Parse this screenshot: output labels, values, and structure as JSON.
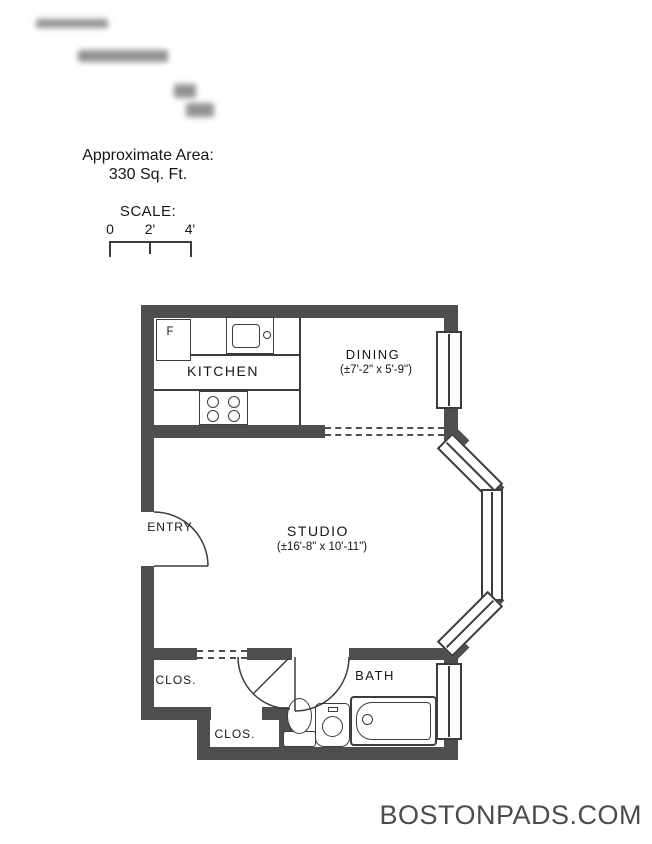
{
  "header": {
    "area_label": "Approximate Area:",
    "area_value": "330 Sq. Ft.",
    "scale_label": "SCALE:",
    "scale_ticks": [
      "0",
      "2'",
      "4'"
    ]
  },
  "floorplan": {
    "rooms": {
      "kitchen": {
        "label": "KITCHEN"
      },
      "dining": {
        "label": "DINING",
        "dimensions": "(±7'-2\" x 5'-9\")"
      },
      "studio": {
        "label": "STUDIO",
        "dimensions": "(±16'-8\" x 10'-11\")"
      },
      "entry": {
        "label": "ENTRY"
      },
      "closet1": {
        "label": "CLOS."
      },
      "closet2": {
        "label": "CLOS."
      },
      "bath": {
        "label": "BATH"
      }
    },
    "fixtures": {
      "fridge_label": "F"
    }
  },
  "footer": {
    "watermark": "BOSTONPADS.COM"
  },
  "colors": {
    "wall": "#4e4e50",
    "line": "#3c3c3e",
    "text": "#161616",
    "watermark": "#4b4b50"
  }
}
